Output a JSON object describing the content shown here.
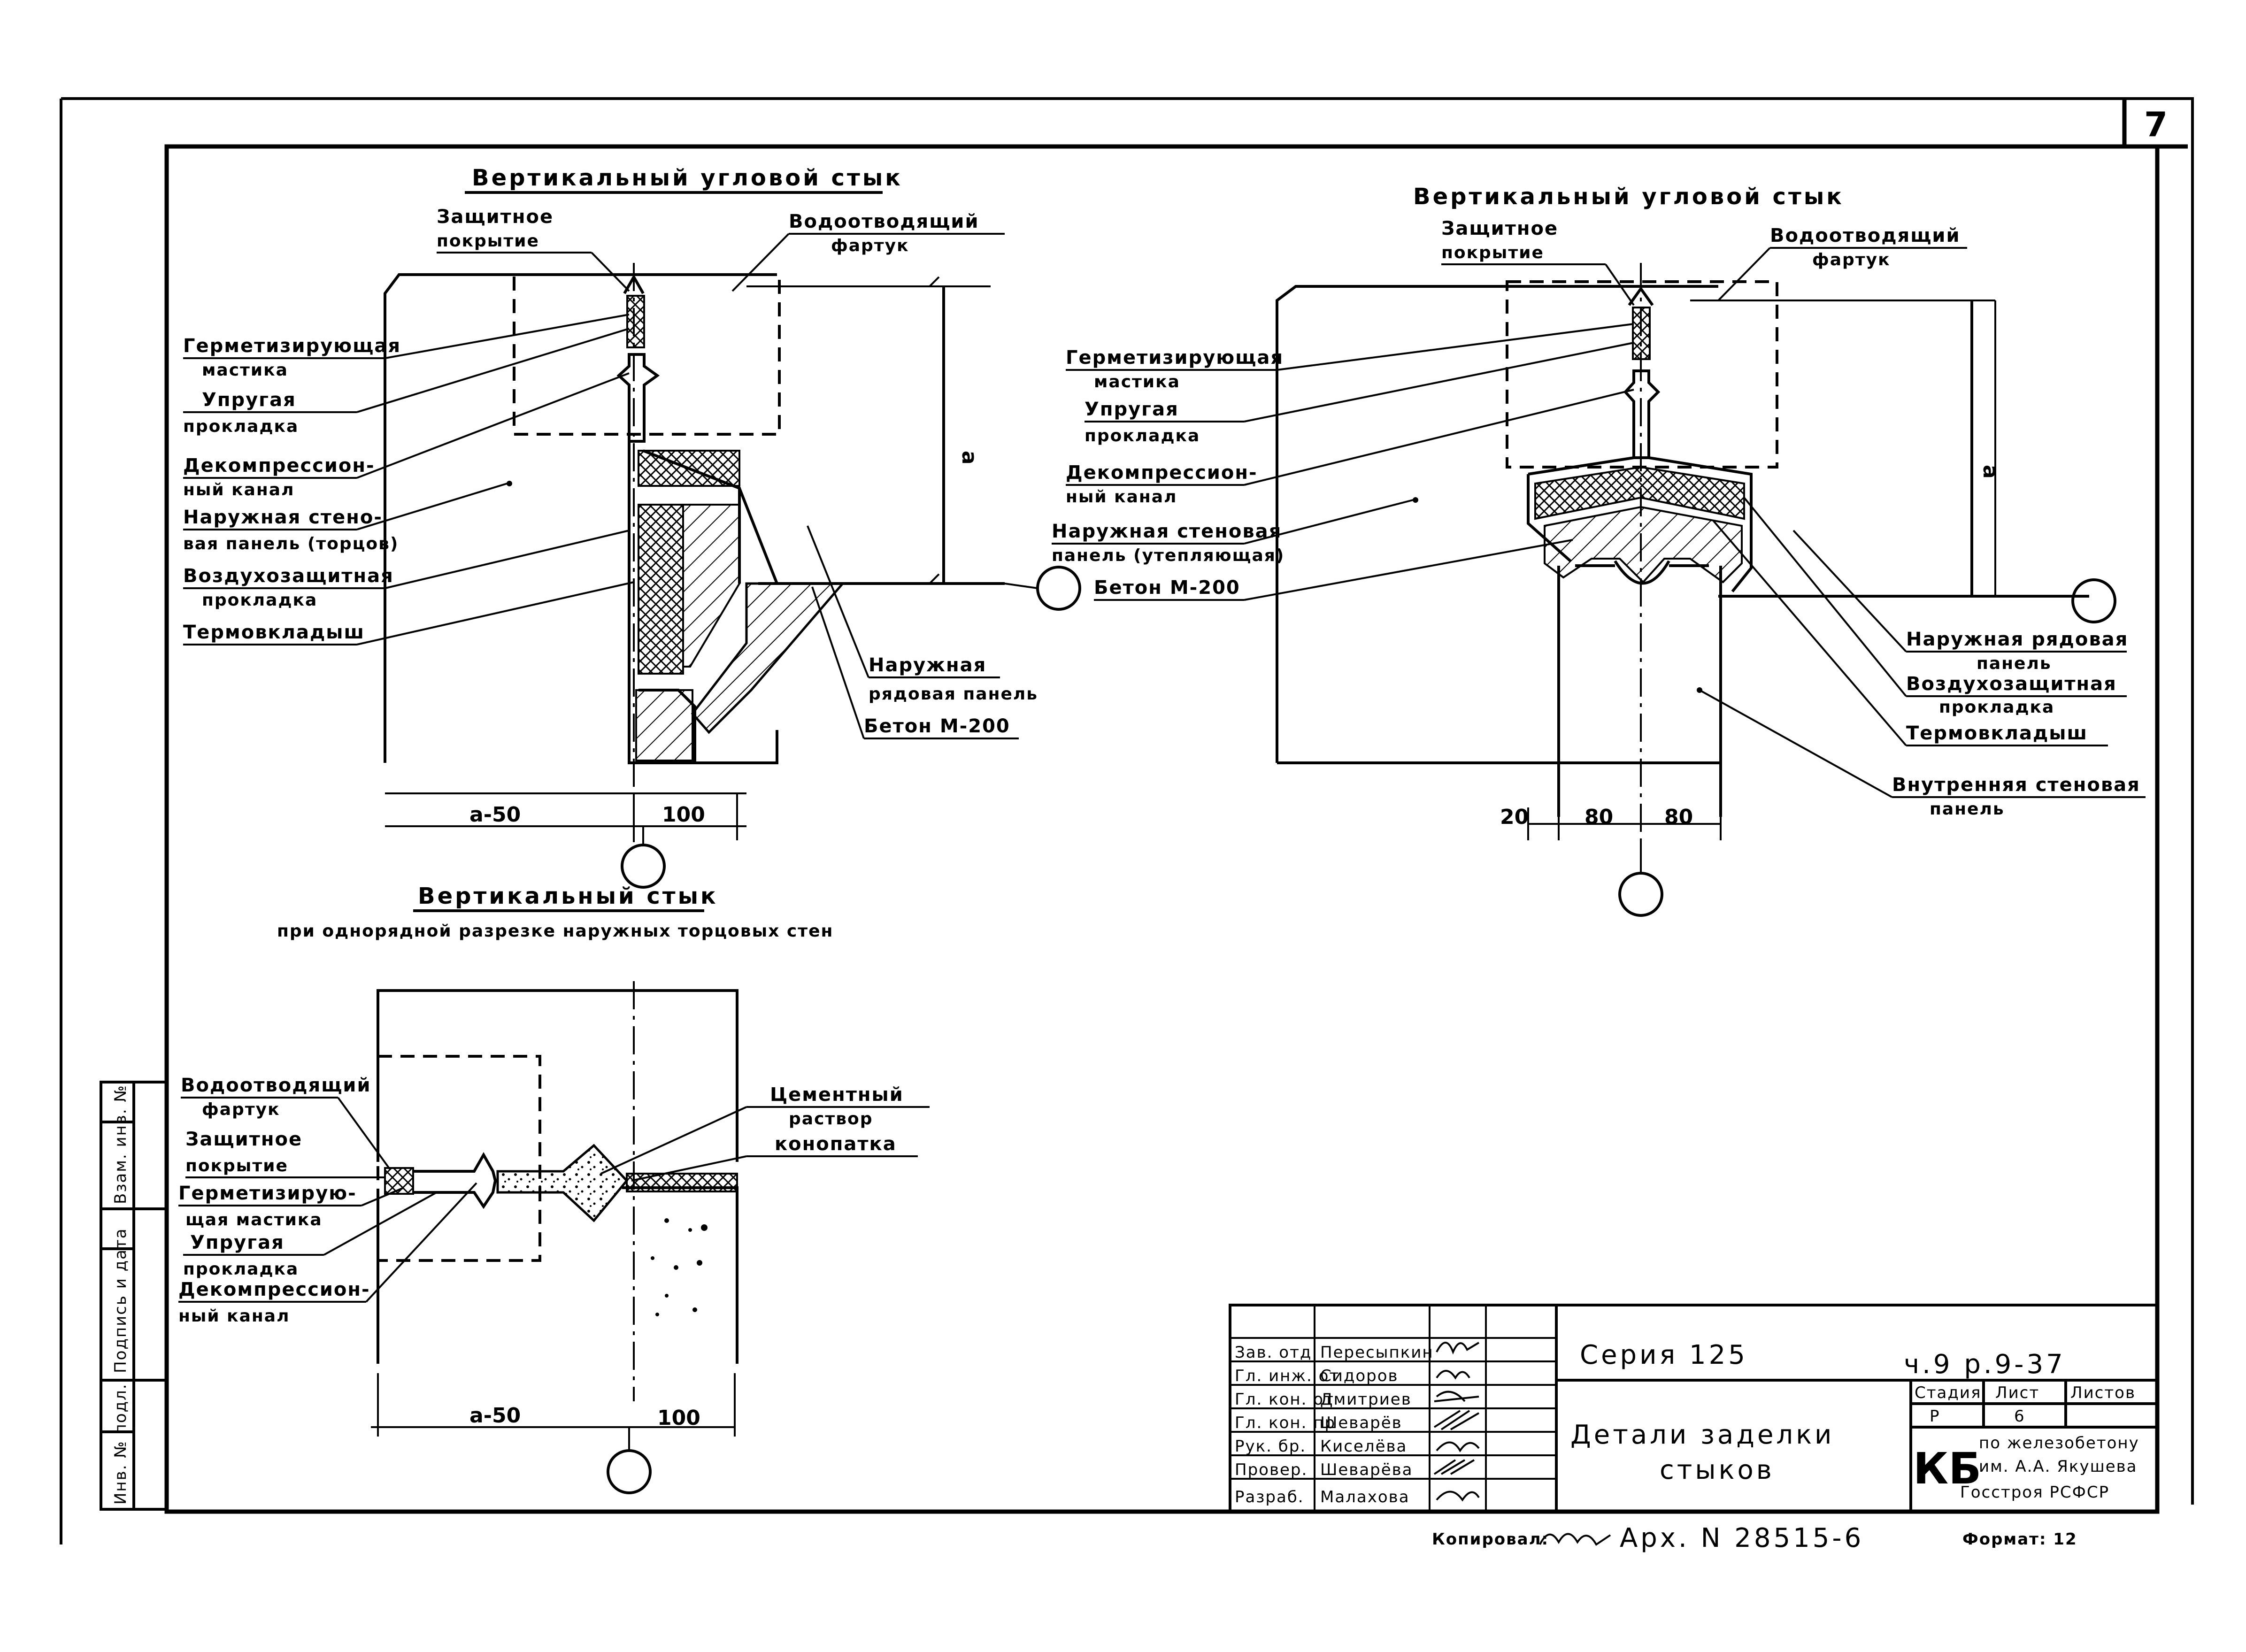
{
  "sheet_number": "7",
  "detail_a": {
    "title": "Вертикальный угловой стык",
    "labels": {
      "protective_coating": [
        "Защитное",
        "покрытие"
      ],
      "drip_apron": [
        "Водоотводящий",
        "фартук"
      ],
      "sealant": [
        "Герметизирующая",
        "мастика"
      ],
      "gasket": [
        "Упругая",
        "прокладка"
      ],
      "decompression_channel": [
        "Декомпрессион-",
        "ный канал"
      ],
      "outer_panel": [
        "Наружная стено-",
        "вая панель (торцов)"
      ],
      "air_barrier": [
        "Воздухозащитная",
        "прокладка"
      ],
      "thermal_insert": "Термовкладыш",
      "outer_row_panel": [
        "Наружная",
        "рядовая панель"
      ],
      "concrete": "Бетон М-200"
    },
    "dims": [
      "a-50",
      "100",
      "a"
    ]
  },
  "detail_b": {
    "title": "Вертикальный угловой стык",
    "labels": {
      "protective_coating": [
        "Защитное",
        "покрытие"
      ],
      "drip_apron": [
        "Водоотводящий",
        "фартук"
      ],
      "sealant": [
        "Герметизирующая",
        "мастика"
      ],
      "gasket": [
        "Упругая",
        "прокладка"
      ],
      "decompression_channel": [
        "Декомпрессион-",
        "ный канал"
      ],
      "outer_panel": [
        "Наружная стеновая",
        "панель (утепляющая)"
      ],
      "concrete": "Бетон М-200",
      "outer_row_panel": [
        "Наружная рядовая",
        "панель"
      ],
      "air_barrier": [
        "Воздухозащитная",
        "прокладка"
      ],
      "thermal_insert": "Термовкладыш",
      "inner_panel": [
        "Внутренняя стеновая",
        "панель"
      ]
    },
    "dims": [
      "20",
      "80",
      "80",
      "a"
    ]
  },
  "detail_c": {
    "title": "Вертикальный стык",
    "subtitle": "при однорядной разрезке наружных торцовых стен",
    "labels": {
      "drip_apron": [
        "Водоотводящий",
        "фартук"
      ],
      "protective_coating": [
        "Защитное",
        "покрытие"
      ],
      "sealant": [
        "Герметизирую-",
        "щая мастика"
      ],
      "gasket": [
        "Упругая",
        "прокладка"
      ],
      "decompression_channel": [
        "Декомпрессион-",
        "ный канал"
      ],
      "cement_mortar": [
        "Цементный",
        "раствор"
      ],
      "caulking": "конопатка"
    },
    "dims": [
      "a-50",
      "100"
    ]
  },
  "side_stamp": [
    "Инв. № подл.",
    "Подпись и дата",
    "Взам. инв. №"
  ],
  "title_block": {
    "rows": [
      {
        "role": "Зав. отд.",
        "name": "Пересыпкин"
      },
      {
        "role": "Гл. инж. от",
        "name": "Сидоров"
      },
      {
        "role": "Гл. кон. от",
        "name": "Дмитриев"
      },
      {
        "role": "Гл. кон. пр",
        "name": "Шеварёв"
      },
      {
        "role": "Рук. бр.",
        "name": "Киселёва"
      },
      {
        "role": "Провер.",
        "name": "Шеварёва"
      },
      {
        "role": "Разраб.",
        "name": "Малахова"
      }
    ],
    "series": "Серия 125",
    "code": "ч.9 р.9-37",
    "title": [
      "Детали заделки",
      "стыков"
    ],
    "stage_header": "Стадия",
    "sheet_header": "Лист",
    "sheets_header": "Листов",
    "stage": "Р",
    "sheet": "6",
    "org_logo": "КБ",
    "org": [
      "по железобетону",
      "им. А.А. Якушева",
      "Госстроя РСФСР"
    ]
  },
  "footer": {
    "copied_label": "Копировал:",
    "archive": "Арх. N 28515-6",
    "format": "Формат: 12"
  }
}
